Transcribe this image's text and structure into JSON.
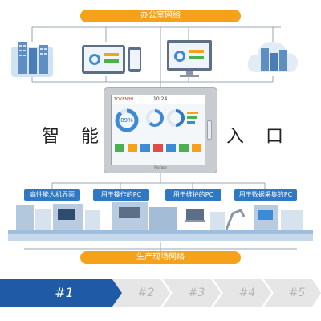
{
  "top_network_label": "办公室网络",
  "bottom_network_label": "生产现场网络",
  "center_label_left": "智 能",
  "center_label_right": "入 口",
  "hmi": {
    "brand": "TOKEN/HI",
    "time": "10:24",
    "gauge_value": "89%",
    "footer_brand": "ProFace"
  },
  "station_labels": [
    "高性能人机界面",
    "用于操作的PC",
    "用于维护的PC",
    "用于数据采集的PC"
  ],
  "steps": [
    {
      "label": "#1",
      "active": true
    },
    {
      "label": "#2",
      "active": false
    },
    {
      "label": "#3",
      "active": false
    },
    {
      "label": "#4",
      "active": false
    },
    {
      "label": "#5",
      "active": false
    }
  ],
  "colors": {
    "orange": "#f5a21a",
    "blue": "#2f78c4",
    "step_active": "#1f5aa6",
    "step_inactive": "#e6e6e6"
  }
}
